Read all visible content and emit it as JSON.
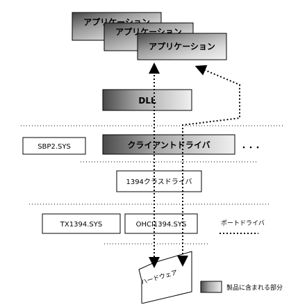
{
  "colors": {
    "shaded_box_dark": "#555555",
    "shaded_box_mid": "#b8b8b8",
    "shaded_box_light": "#e6e6e6",
    "outline": "#000000",
    "background": "#ffffff"
  },
  "apps": [
    {
      "label": "アプリケーション"
    },
    {
      "label": "アプリケーション"
    },
    {
      "label": "アプリケーション"
    }
  ],
  "dll": {
    "label": "DLL"
  },
  "client_driver": {
    "label": "クライアントドライバ",
    "ellipsis": "・・・"
  },
  "sbp2": {
    "label": "SBP2.SYS"
  },
  "class_driver": {
    "label": "1394クラスドライバ"
  },
  "tx1394": {
    "label": "TX1394.SYS"
  },
  "ohci": {
    "label": "OHCI1394.SYS"
  },
  "port_driver": {
    "label": "ポートドライバ"
  },
  "hardware": {
    "label": "ハードウェア"
  },
  "legend": {
    "label": "製品に含まれる部分"
  }
}
